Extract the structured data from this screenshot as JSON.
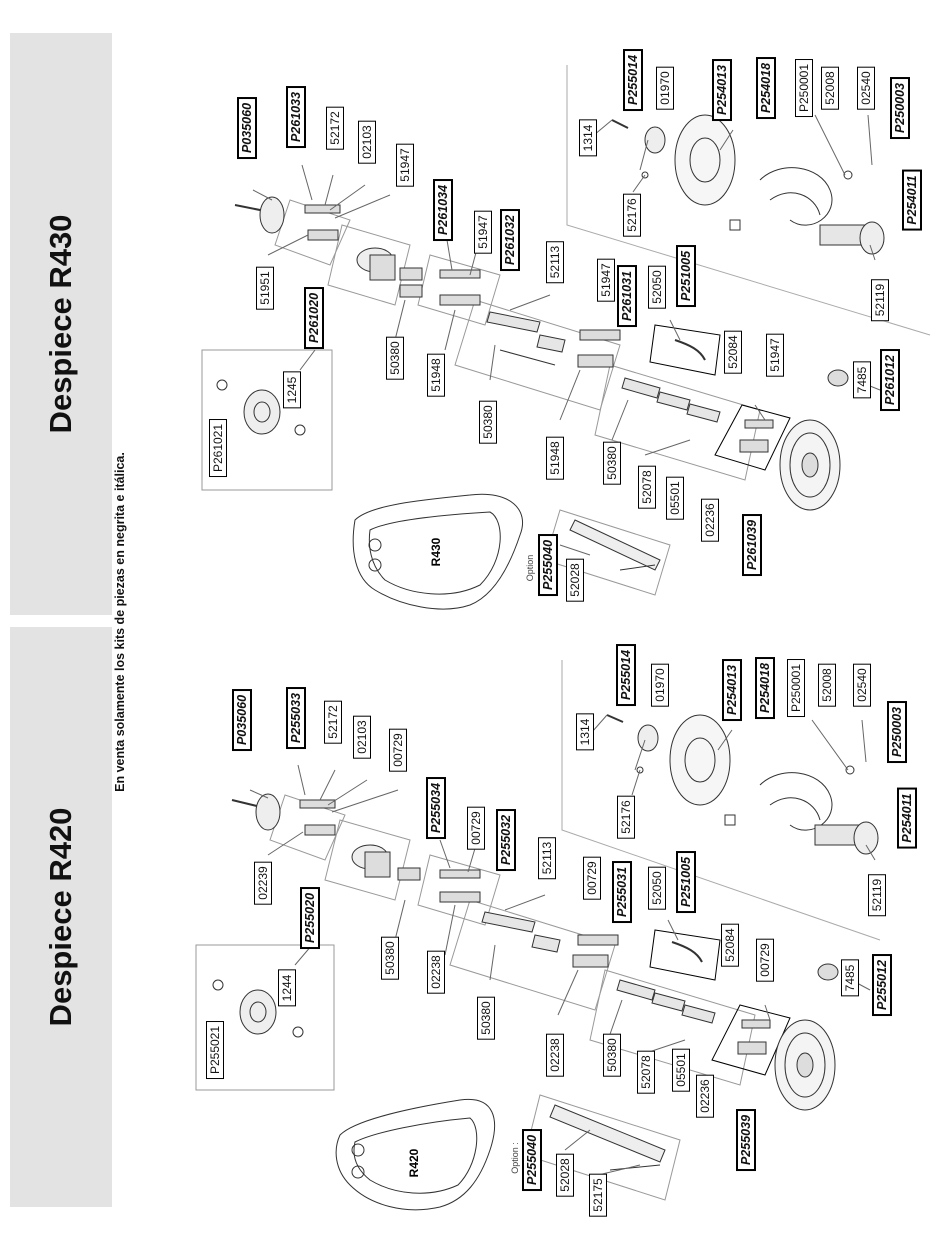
{
  "sections": {
    "top_title": "Despiece R430",
    "bottom_title": "Despiece R420",
    "note": "En venta solamente los kits de piezas en negrita e itálica."
  },
  "plate_labels": {
    "r430": "R430",
    "r420": "R420"
  },
  "option_text": {
    "r430": "Option",
    "r420": "Option :"
  },
  "r430_parts": [
    {
      "text": "P035060",
      "kit": true
    },
    {
      "text": "P261033",
      "kit": true
    },
    {
      "text": "52172",
      "kit": false
    },
    {
      "text": "02103",
      "kit": false
    },
    {
      "text": "51947",
      "kit": false
    },
    {
      "text": "51951",
      "kit": false
    },
    {
      "text": "P261034",
      "kit": true
    },
    {
      "text": "51947",
      "kit": false
    },
    {
      "text": "P261032",
      "kit": true
    },
    {
      "text": "52113",
      "kit": false
    },
    {
      "text": "P261020",
      "kit": true
    },
    {
      "text": "50380",
      "kit": false
    },
    {
      "text": "51948",
      "kit": false
    },
    {
      "text": "1245",
      "kit": false
    },
    {
      "text": "P261021",
      "kit": false
    },
    {
      "text": "50380",
      "kit": false
    },
    {
      "text": "51948",
      "kit": false
    },
    {
      "text": "51947",
      "kit": false
    },
    {
      "text": "P261031",
      "kit": true
    },
    {
      "text": "52050",
      "kit": false
    },
    {
      "text": "P251005",
      "kit": true
    },
    {
      "text": "52084",
      "kit": false
    },
    {
      "text": "50380",
      "kit": false
    },
    {
      "text": "52078",
      "kit": false
    },
    {
      "text": "05501",
      "kit": false
    },
    {
      "text": "02236",
      "kit": false
    },
    {
      "text": "P261039",
      "kit": true
    },
    {
      "text": "51947",
      "kit": false
    },
    {
      "text": "7485",
      "kit": false
    },
    {
      "text": "P261012",
      "kit": true
    },
    {
      "text": "1314",
      "kit": false
    },
    {
      "text": "P255014",
      "kit": true
    },
    {
      "text": "01970",
      "kit": false
    },
    {
      "text": "52176",
      "kit": false
    },
    {
      "text": "P254013",
      "kit": true
    },
    {
      "text": "P254018",
      "kit": true
    },
    {
      "text": "P250001",
      "kit": false
    },
    {
      "text": "52008",
      "kit": false
    },
    {
      "text": "02540",
      "kit": false
    },
    {
      "text": "P250003",
      "kit": true
    },
    {
      "text": "P254011",
      "kit": true
    },
    {
      "text": "52119",
      "kit": false
    },
    {
      "text": "P255040",
      "kit": true
    },
    {
      "text": "52028",
      "kit": false
    }
  ],
  "r420_parts": [
    {
      "text": "P035060",
      "kit": true
    },
    {
      "text": "P255033",
      "kit": true
    },
    {
      "text": "52172",
      "kit": false
    },
    {
      "text": "02103",
      "kit": false
    },
    {
      "text": "00729",
      "kit": false
    },
    {
      "text": "02239",
      "kit": false
    },
    {
      "text": "P255034",
      "kit": true
    },
    {
      "text": "00729",
      "kit": false
    },
    {
      "text": "P255032",
      "kit": true
    },
    {
      "text": "52113",
      "kit": false
    },
    {
      "text": "P255020",
      "kit": true
    },
    {
      "text": "50380",
      "kit": false
    },
    {
      "text": "02238",
      "kit": false
    },
    {
      "text": "1244",
      "kit": false
    },
    {
      "text": "P255021",
      "kit": false
    },
    {
      "text": "50380",
      "kit": false
    },
    {
      "text": "02238",
      "kit": false
    },
    {
      "text": "00729",
      "kit": false
    },
    {
      "text": "P255031",
      "kit": true
    },
    {
      "text": "52050",
      "kit": false
    },
    {
      "text": "P251005",
      "kit": true
    },
    {
      "text": "52084",
      "kit": false
    },
    {
      "text": "00729",
      "kit": false
    },
    {
      "text": "50380",
      "kit": false
    },
    {
      "text": "52078",
      "kit": false
    },
    {
      "text": "05501",
      "kit": false
    },
    {
      "text": "02236",
      "kit": false
    },
    {
      "text": "P255039",
      "kit": true
    },
    {
      "text": "7485",
      "kit": false
    },
    {
      "text": "P255012",
      "kit": true
    },
    {
      "text": "1314",
      "kit": false
    },
    {
      "text": "P255014",
      "kit": true
    },
    {
      "text": "01970",
      "kit": false
    },
    {
      "text": "52176",
      "kit": false
    },
    {
      "text": "P254013",
      "kit": true
    },
    {
      "text": "P254018",
      "kit": true
    },
    {
      "text": "P250001",
      "kit": false
    },
    {
      "text": "52008",
      "kit": false
    },
    {
      "text": "02540",
      "kit": false
    },
    {
      "text": "P250003",
      "kit": true
    },
    {
      "text": "P254011",
      "kit": true
    },
    {
      "text": "52119",
      "kit": false
    },
    {
      "text": "P255040",
      "kit": true
    },
    {
      "text": "52028",
      "kit": false
    },
    {
      "text": "52175",
      "kit": false
    }
  ]
}
